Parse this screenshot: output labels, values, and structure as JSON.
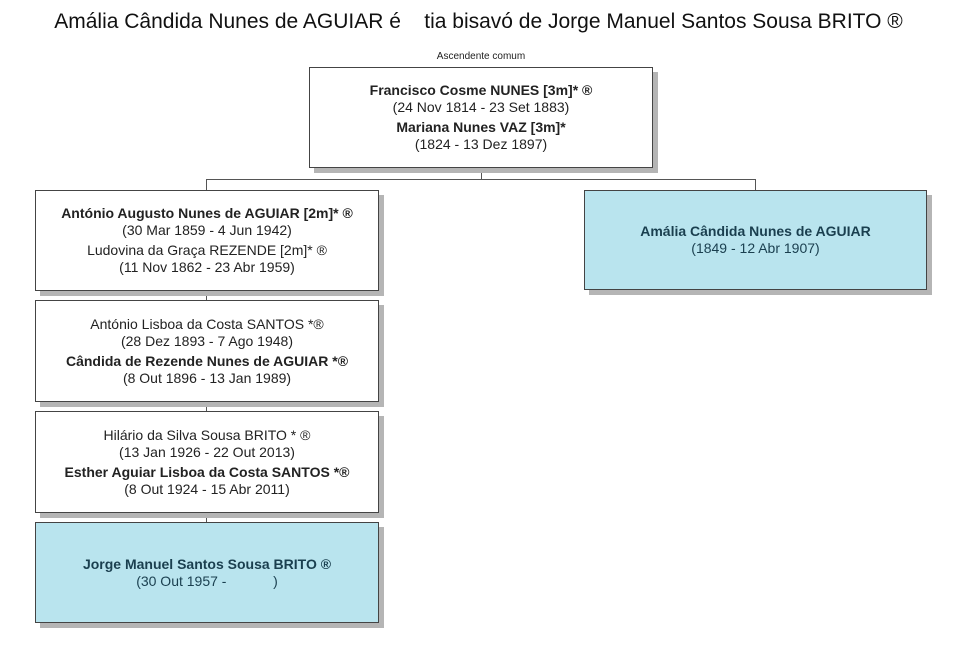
{
  "title": "Amália Cândida Nunes de AGUIAR é    tia bisavó de Jorge Manuel Santos Sousa BRITO ®",
  "caption": "Ascendente comum",
  "common_ancestor": {
    "person1_name": "Francisco Cosme NUNES [3m]* ®",
    "person1_dates": "(24 Nov 1814 - 23 Set 1883)",
    "person2_name": "Mariana Nunes VAZ [3m]*",
    "person2_dates": "(1824 - 13 Dez 1897)"
  },
  "right_branch": {
    "name": "Amália Cândida Nunes de AGUIAR",
    "dates": "(1849 - 12 Abr 1907)"
  },
  "left_branch": [
    {
      "person1_name": "António Augusto Nunes de AGUIAR [2m]* ®",
      "person1_dates": "(30 Mar 1859 - 4 Jun 1942)",
      "person2_name": "Ludovina da Graça REZENDE [2m]* ®",
      "person2_dates": "(11 Nov 1862 - 23 Abr 1959)"
    },
    {
      "person1_name": "António Lisboa da Costa SANTOS *®",
      "person1_dates": "(28 Dez 1893 - 7 Ago 1948)",
      "person2_name": "Cândida de Rezende Nunes de AGUIAR *®",
      "person2_dates": "(8 Out 1896 - 13 Jan 1989)"
    },
    {
      "person1_name": "Hilário da Silva Sousa BRITO * ®",
      "person1_dates": "(13 Jan 1926 - 22 Out 2013)",
      "person2_name": "Esther Aguiar Lisboa da Costa SANTOS *®",
      "person2_dates": "(8 Out 1924 - 15 Abr 2011)"
    }
  ],
  "descendant": {
    "name": "Jorge Manuel Santos Sousa BRITO ®",
    "dates": "(30 Out 1957 -            )"
  },
  "colors": {
    "highlight": "#b9e4ee",
    "border": "#444444",
    "shadow": "#b5b5b5"
  }
}
